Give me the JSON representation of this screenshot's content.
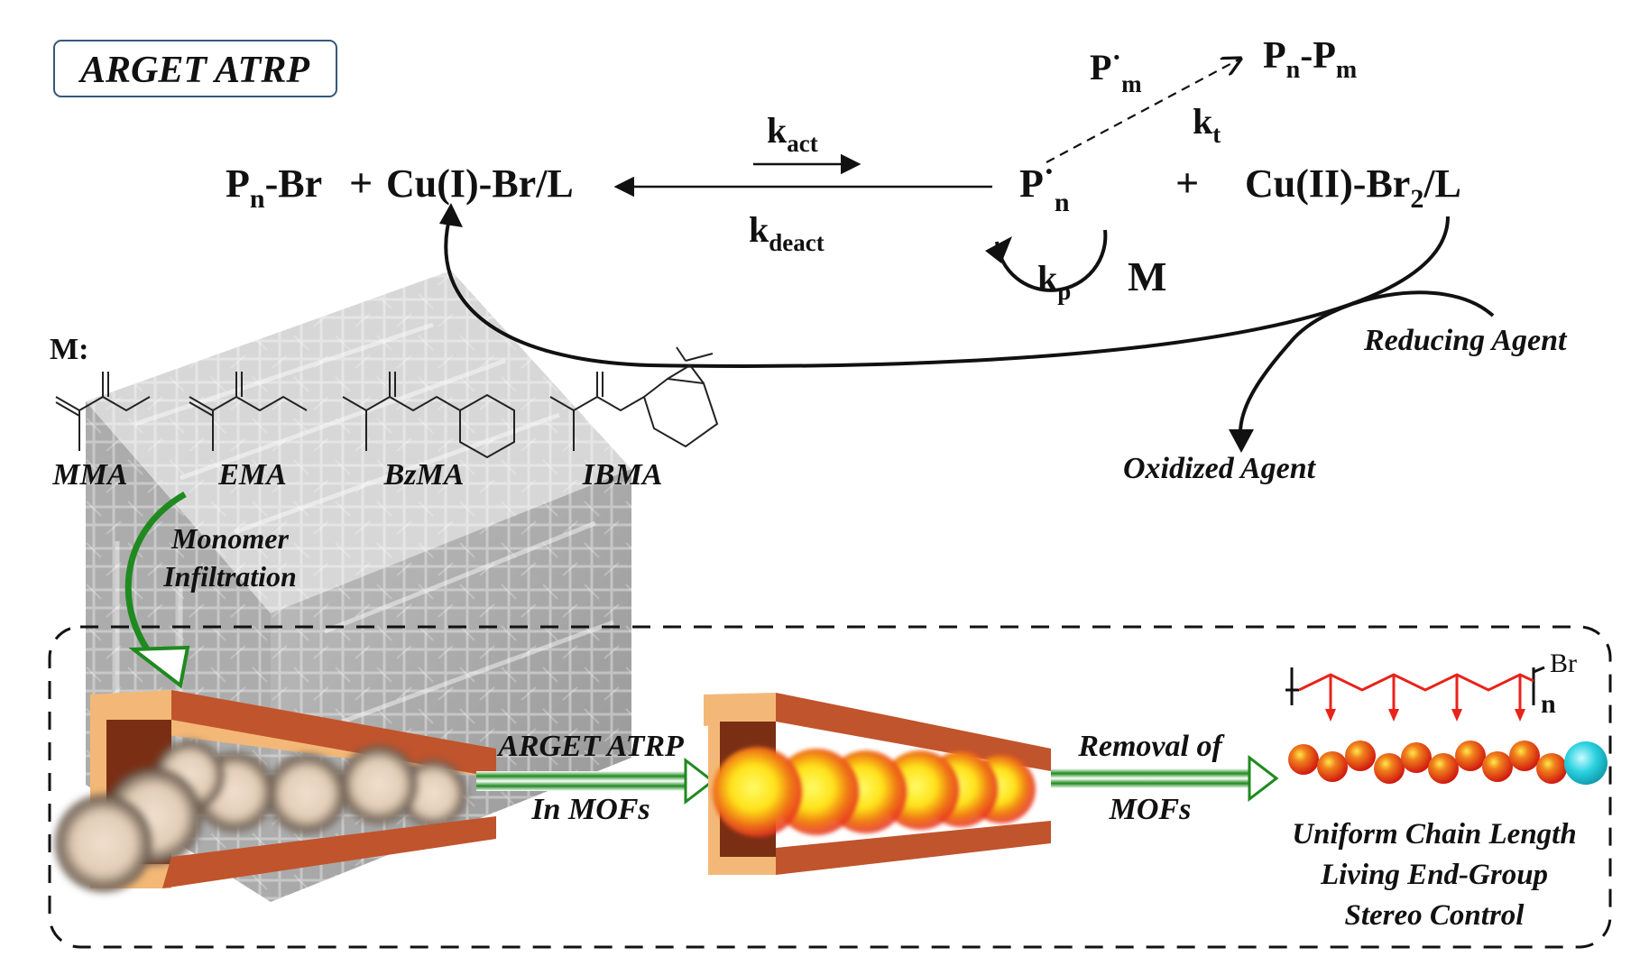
{
  "title_box": "ARGET ATRP",
  "scheme": {
    "left": {
      "P": "P",
      "n": "n",
      "rest": "-Br",
      "plus": "+",
      "cu": "Cu(I)-Br/L"
    },
    "k_act": {
      "k": "k",
      "sub": "act"
    },
    "k_deact": {
      "k": "k",
      "sub": "deact"
    },
    "radical": {
      "P": "P",
      "dot": "·",
      "n": "n"
    },
    "plus2": "+",
    "cu2": {
      "a": "Cu(II)-Br",
      "sub": "2",
      "b": "/L"
    },
    "termination": {
      "pm": {
        "P": "P",
        "dot": "·",
        "m": "m"
      },
      "product": {
        "P1": "P",
        "n": "n",
        "dash": "-",
        "P2": "P",
        "m": "m"
      },
      "kt": {
        "k": "k",
        "sub": "t"
      }
    },
    "propagation": {
      "k": "k",
      "sub": "p",
      "M": "M"
    },
    "reducing_agent": "Reducing Agent",
    "oxidized_agent": "Oxidized Agent"
  },
  "monomers": {
    "label": "M:",
    "names": [
      "MMA",
      "EMA",
      "BzMA",
      "IBMA"
    ]
  },
  "steps": {
    "infiltration": [
      "Monomer",
      "Infiltration"
    ],
    "step1": [
      "ARGET ATRP",
      "In MOFs"
    ],
    "step2": [
      "Removal of",
      "MOFs"
    ]
  },
  "polymer": {
    "end": "Br",
    "n": "n"
  },
  "outcomes": [
    "Uniform Chain Length",
    "Living End-Group",
    "Stereo Control"
  ],
  "colors": {
    "arrow_green": "#1f8a1f",
    "mof_wall": "#c0542d",
    "mof_edge": "#f3b877",
    "sphere_core": "#ffee22",
    "sphere_rim": "#e8321e",
    "chain_red": "#e8231a",
    "end_group": "#2ad1e0"
  }
}
